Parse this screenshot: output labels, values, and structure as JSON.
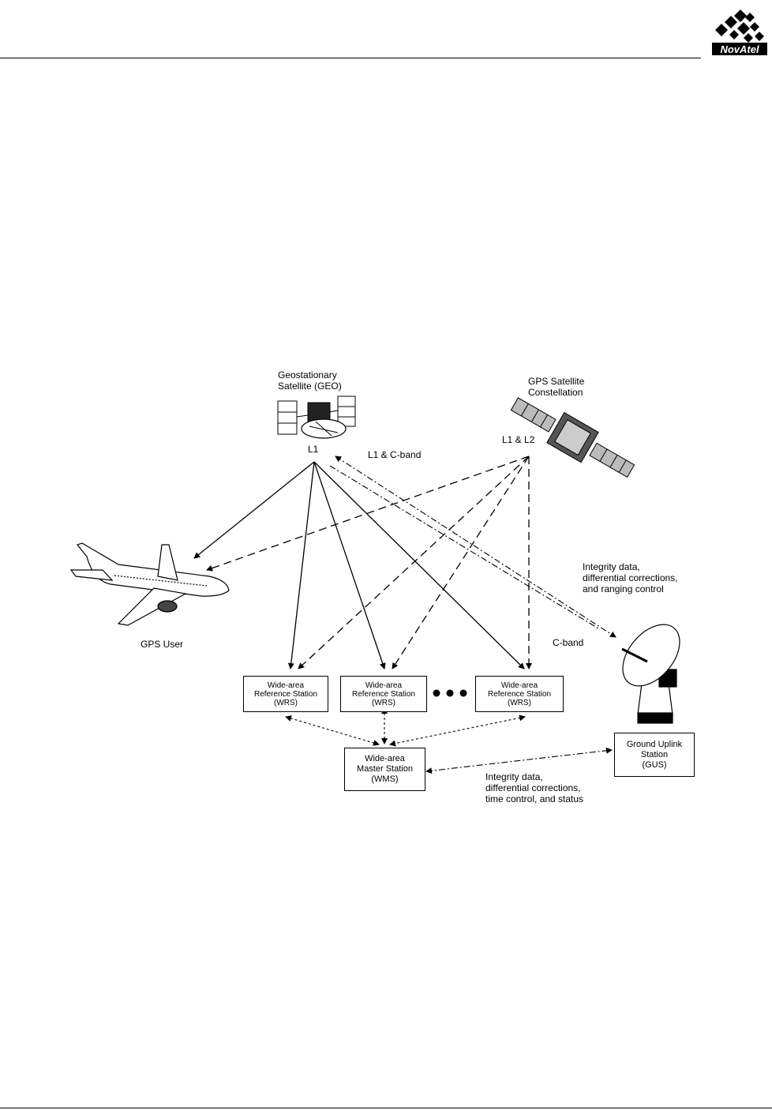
{
  "header": {
    "logo_text": "NovAtel"
  },
  "diagram": {
    "geo_label": "Geostationary\nSatellite (GEO)",
    "gps_constellation_label": "GPS Satellite\nConstellation",
    "l1_label": "L1",
    "l1_cband_label": "L1 & C-band",
    "l1_l2_label": "L1 & L2",
    "gps_user_label": "GPS User",
    "integrity_uplink_label": "Integrity data,\ndifferential corrections,\nand ranging control",
    "cband_label": "C-band",
    "wrs_boxes": [
      "Wide-area\nReference Station\n(WRS)",
      "Wide-area\nReference Station\n(WRS)",
      "Wide-area\nReference Station\n(WRS)"
    ],
    "wms_box": "Wide-area\nMaster Station\n(WMS)",
    "gus_box": "Ground Uplink\nStation\n(GUS)",
    "wms_gus_label": "Integrity data,\ndifferential corrections,\ntime control, and status"
  }
}
